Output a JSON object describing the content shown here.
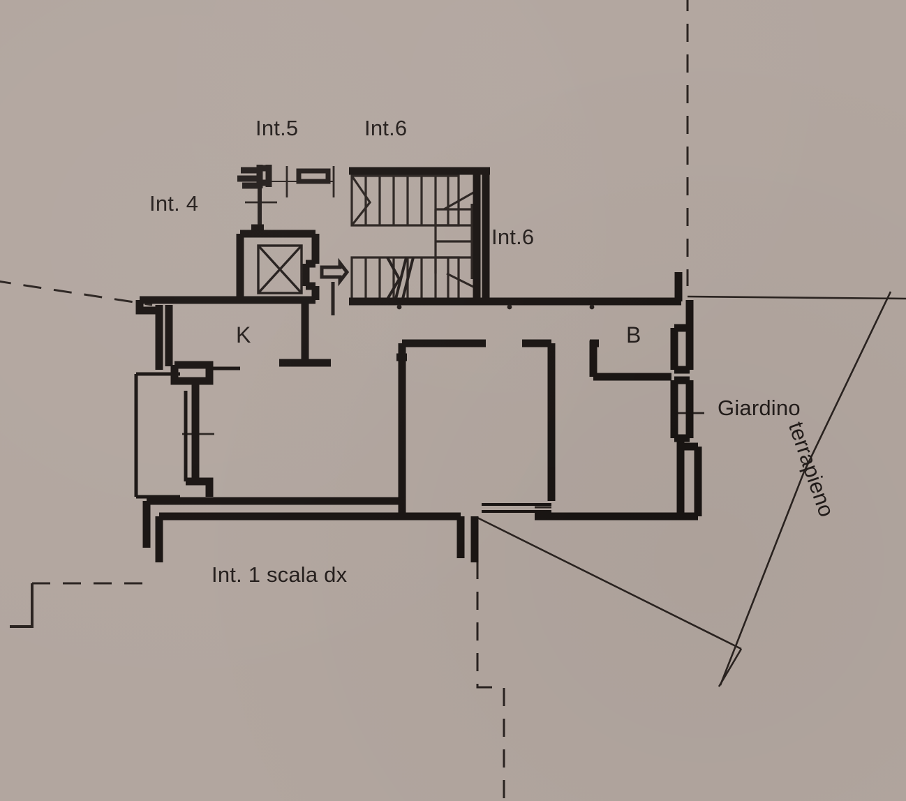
{
  "document": {
    "type": "architectural-floor-plan",
    "description": "Planimetria catastale - pianta piano con scala, ascensore e giardino",
    "paper_color": "#b2a69f",
    "ink_color": "#231d1b"
  },
  "labels": {
    "int4": "Int. 4",
    "int5": "Int.5",
    "int6_top": "Int.6",
    "int6_right": "Int.6",
    "kitchen": "K",
    "bathroom": "B",
    "giardino": "Giardino",
    "int1": "Int. 1 scala dx",
    "terrapieno": "terrapieno"
  },
  "features": {
    "elevator_shaft": "elevator-shaft",
    "staircase": "staircase",
    "direction_arrow": "down-arrow",
    "entry_arrow": "entry-arrow",
    "property_boundary": "dashed-boundary",
    "terrace": "terrace-balcony",
    "garden_area": "giardino",
    "embankment": "terrapieno"
  }
}
